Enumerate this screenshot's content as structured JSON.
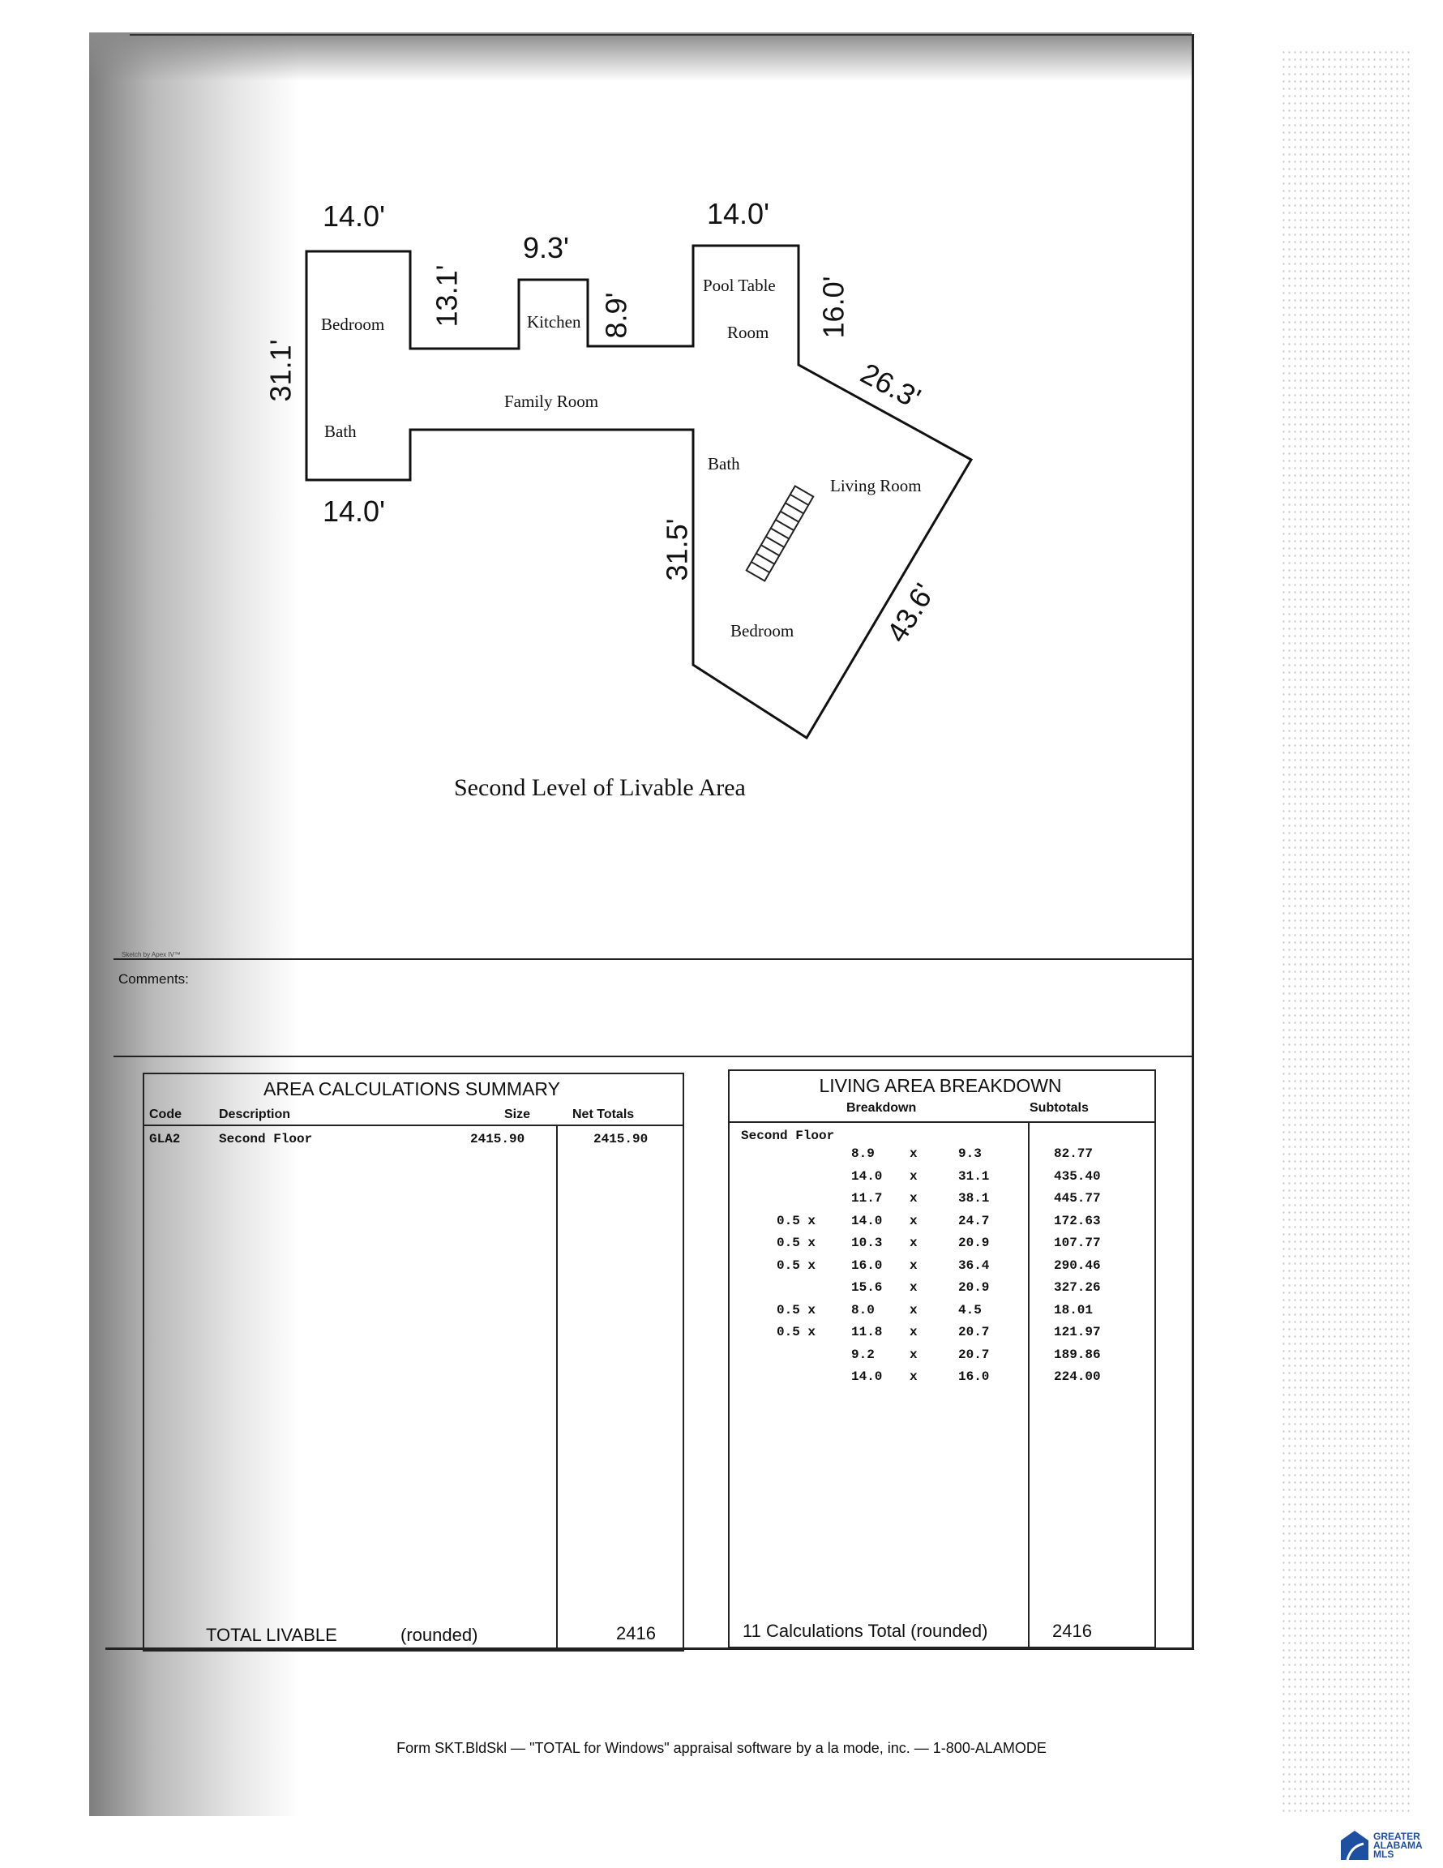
{
  "sketch": {
    "dimensions": {
      "top_left_width": "14.0'",
      "kitchen_width": "9.3'",
      "top_right_width": "14.0'",
      "bedroom_notch": "13.1'",
      "kitchen_depth": "8.9'",
      "pool_depth": "16.0'",
      "left_height": "31.1'",
      "diagonal_upper": "26.3'",
      "bottom_left_width": "14.0'",
      "stair_side": "31.5'",
      "diagonal_lower": "43.6'"
    },
    "rooms": {
      "bedroom_top": "Bedroom",
      "kitchen": "Kitchen",
      "pool_table": "Pool Table",
      "pool_room": "Room",
      "family_room": "Family Room",
      "bath_left": "Bath",
      "bath_right": "Bath",
      "living_room": "Living Room",
      "bedroom_bottom": "Bedroom"
    },
    "caption": "Second Level of Livable Area",
    "credit": "Sketch by Apex IV™"
  },
  "comments_label": "Comments:",
  "area_summary": {
    "title": "AREA CALCULATIONS SUMMARY",
    "headers": {
      "code": "Code",
      "description": "Description",
      "size": "Size",
      "net_totals": "Net Totals"
    },
    "row": {
      "code": "GLA2",
      "description": "Second Floor",
      "size": "2415.90",
      "net_total": "2415.90"
    },
    "total_label": "TOTAL LIVABLE",
    "total_note": "(rounded)",
    "total_value": "2416"
  },
  "living_breakdown": {
    "title": "LIVING AREA BREAKDOWN",
    "headers": {
      "breakdown": "Breakdown",
      "subtotals": "Subtotals"
    },
    "section": "Second Floor",
    "rows": [
      {
        "f": "",
        "a": "8.9",
        "b": "9.3",
        "s": "82.77"
      },
      {
        "f": "",
        "a": "14.0",
        "b": "31.1",
        "s": "435.40"
      },
      {
        "f": "",
        "a": "11.7",
        "b": "38.1",
        "s": "445.77"
      },
      {
        "f": "0.5 x",
        "a": "14.0",
        "b": "24.7",
        "s": "172.63"
      },
      {
        "f": "0.5 x",
        "a": "10.3",
        "b": "20.9",
        "s": "107.77"
      },
      {
        "f": "0.5 x",
        "a": "16.0",
        "b": "36.4",
        "s": "290.46"
      },
      {
        "f": "",
        "a": "15.6",
        "b": "20.9",
        "s": "327.26"
      },
      {
        "f": "0.5 x",
        "a": "8.0",
        "b": "4.5",
        "s": "18.01"
      },
      {
        "f": "0.5 x",
        "a": "11.8",
        "b": "20.7",
        "s": "121.97"
      },
      {
        "f": "",
        "a": "9.2",
        "b": "20.7",
        "s": "189.86"
      },
      {
        "f": "",
        "a": "14.0",
        "b": "16.0",
        "s": "224.00"
      }
    ],
    "times": "x",
    "total_label": "11 Calculations Total (rounded)",
    "total_value": "2416"
  },
  "footer": "Form SKT.BldSkl — \"TOTAL for Windows\" appraisal software by a la mode, inc. — 1-800-ALAMODE",
  "logo": {
    "line1": "GREATER",
    "line2": "ALABAMA",
    "line3": "MLS",
    "color": "#1f4fa0"
  }
}
